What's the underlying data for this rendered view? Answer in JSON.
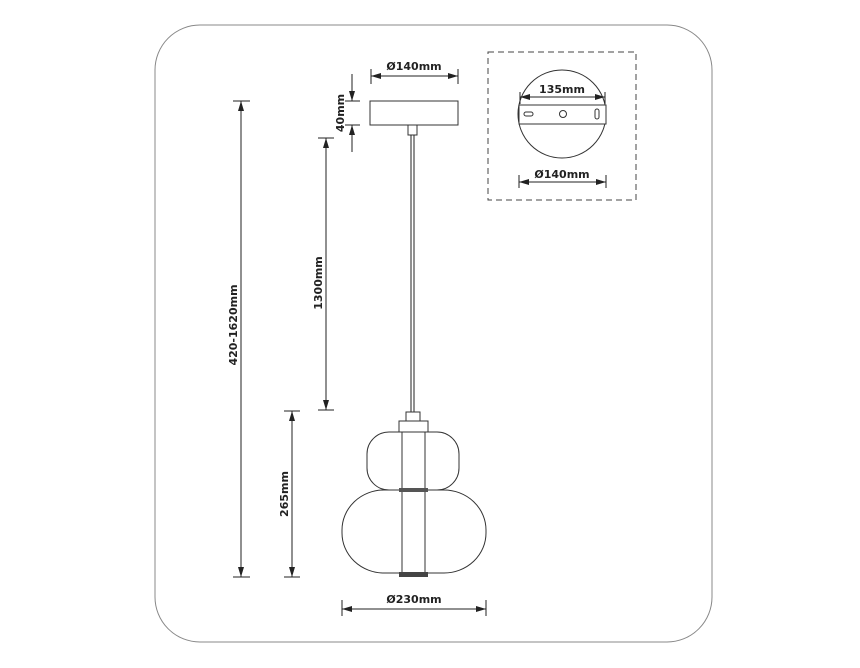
{
  "dimensions": {
    "canopy_diameter": "Ø140mm",
    "canopy_height": "40mm",
    "cable_length": "1300mm",
    "overall_height": "420-1620mm",
    "shade_height": "265mm",
    "shade_diameter": "Ø230mm",
    "mount_bracket_length": "135mm",
    "mount_plate_diameter": "Ø140mm"
  }
}
